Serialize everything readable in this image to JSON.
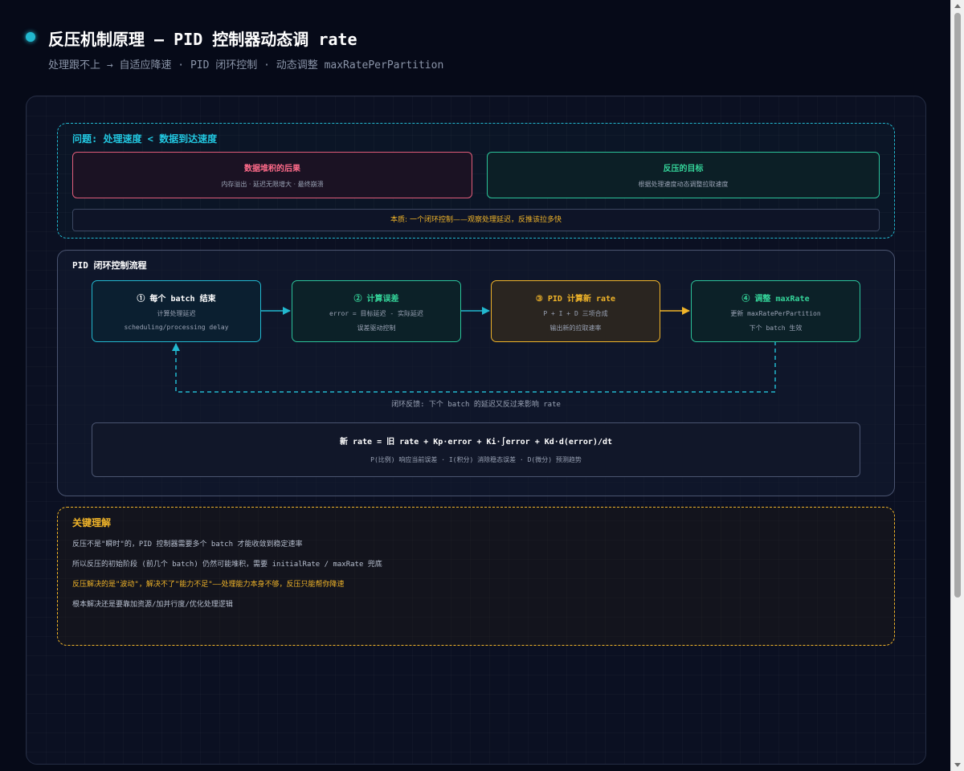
{
  "header": {
    "title": "反压机制原理 — PID 控制器动态调 rate",
    "subtitle": "处理跟不上 → 自适应降速 · PID 闭环控制 · 动态调整 maxRatePerPartition"
  },
  "problem": {
    "title": "问题: 处理速度 < 数据到达速度",
    "consequence": {
      "title": "数据堆积的后果",
      "desc": "内存溢出 · 延迟无限增大 · 最终崩溃"
    },
    "goal": {
      "title": "反压的目标",
      "desc": "根据处理速度动态调整拉取速度"
    },
    "essence": "本质: 一个闭环控制——观察处理延迟，反推该拉多快"
  },
  "pid": {
    "title": "PID 闭环控制流程",
    "steps": [
      {
        "title": "① 每个 batch 结束",
        "line1": "计算处理延迟",
        "line2": "scheduling/processing delay"
      },
      {
        "title": "② 计算误差",
        "line1": "error = 目标延迟 - 实际延迟",
        "line2": "误差驱动控制"
      },
      {
        "title": "③ PID 计算新 rate",
        "line1": "P + I + D 三项合成",
        "line2": "输出新的拉取速率"
      },
      {
        "title": "④ 调整 maxRate",
        "line1": "更新 maxRatePerPartition",
        "line2": "下个 batch 生效"
      }
    ],
    "feedback_label": "闭环反馈: 下个 batch 的延迟又反过来影响 rate",
    "formula": "新 rate = 旧 rate + Kp·error + Ki·∫error + Kd·d(error)/dt",
    "formula_note": "P(比例) 响应当前误差 · I(积分) 消除稳态误差 · D(微分) 预测趋势"
  },
  "key": {
    "title": "关键理解",
    "lines": [
      "反压不是\"瞬时\"的，PID 控制器需要多个 batch 才能收敛到稳定速率",
      "所以反压的初始阶段 (前几个 batch) 仍然可能堆积，需要 initialRate / maxRate 兜底",
      "反压解决的是\"波动\"，解决不了\"能力不足\"——处理能力本身不够，反压只能帮你降速",
      "根本解决还是要靠加资源/加并行度/优化处理逻辑"
    ]
  },
  "colors": {
    "cyan": "#22b8cf",
    "green": "#2bc39a",
    "amber": "#f0b429",
    "red": "#e05d7a",
    "background": "#060a18"
  }
}
